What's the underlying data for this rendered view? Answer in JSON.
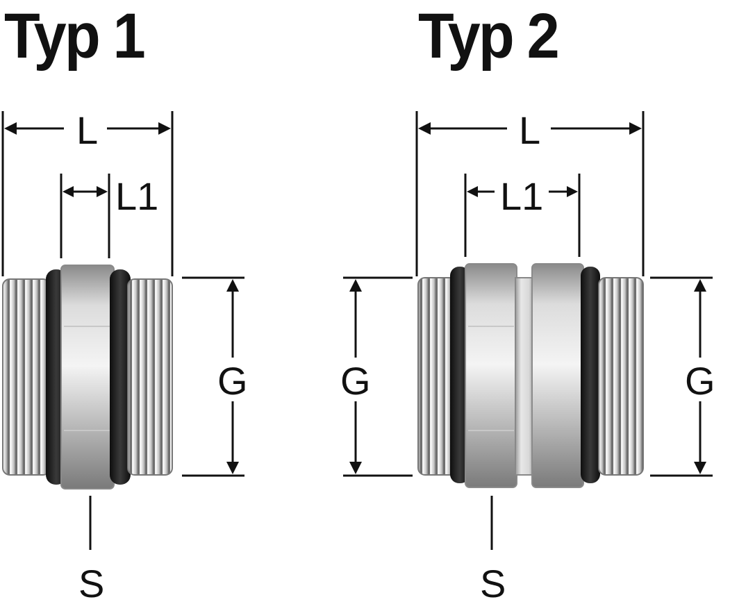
{
  "titles": {
    "type1": "Typ 1",
    "type2": "Typ 2"
  },
  "labels": {
    "overall_length": "L",
    "inner_length": "L1",
    "thread_size": "G",
    "wrench_size": "S"
  },
  "colors": {
    "line": "#111111",
    "metal_light": "#e6e6e6",
    "metal_mid": "#b8b8b8",
    "metal_dark": "#6e6e6e",
    "oring": "#1a1a1a"
  }
}
